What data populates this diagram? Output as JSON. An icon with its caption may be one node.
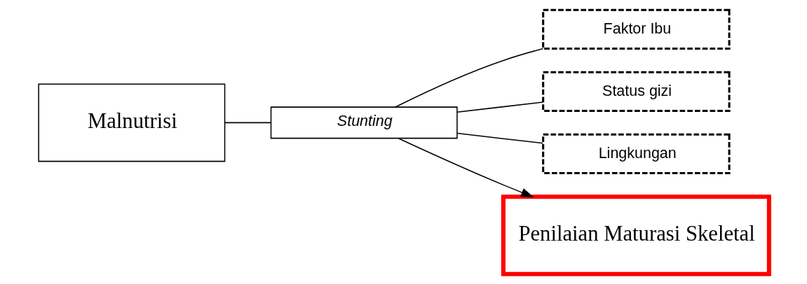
{
  "diagram": {
    "nodes": [
      {
        "text": [
          "Malnutrisi"
        ]
      },
      {
        "text": [
          "Stunting"
        ]
      },
      {
        "text": [
          "Faktor Ibu"
        ]
      },
      {
        "text": [
          "Status gizi"
        ]
      },
      {
        "text": [
          "Lingkungan"
        ]
      },
      {
        "text": [
          "Penilaian Maturasi Skeletal"
        ]
      }
    ],
    "edges": [
      {
        "from": 0,
        "to": 1,
        "arrow": "none"
      },
      {
        "from": 1,
        "to": 2,
        "arrow": "none"
      },
      {
        "from": 1,
        "to": 3,
        "arrow": "none"
      },
      {
        "from": 1,
        "to": 4,
        "arrow": "none"
      },
      {
        "from": 1,
        "to": 5,
        "arrow": "to"
      }
    ]
  }
}
